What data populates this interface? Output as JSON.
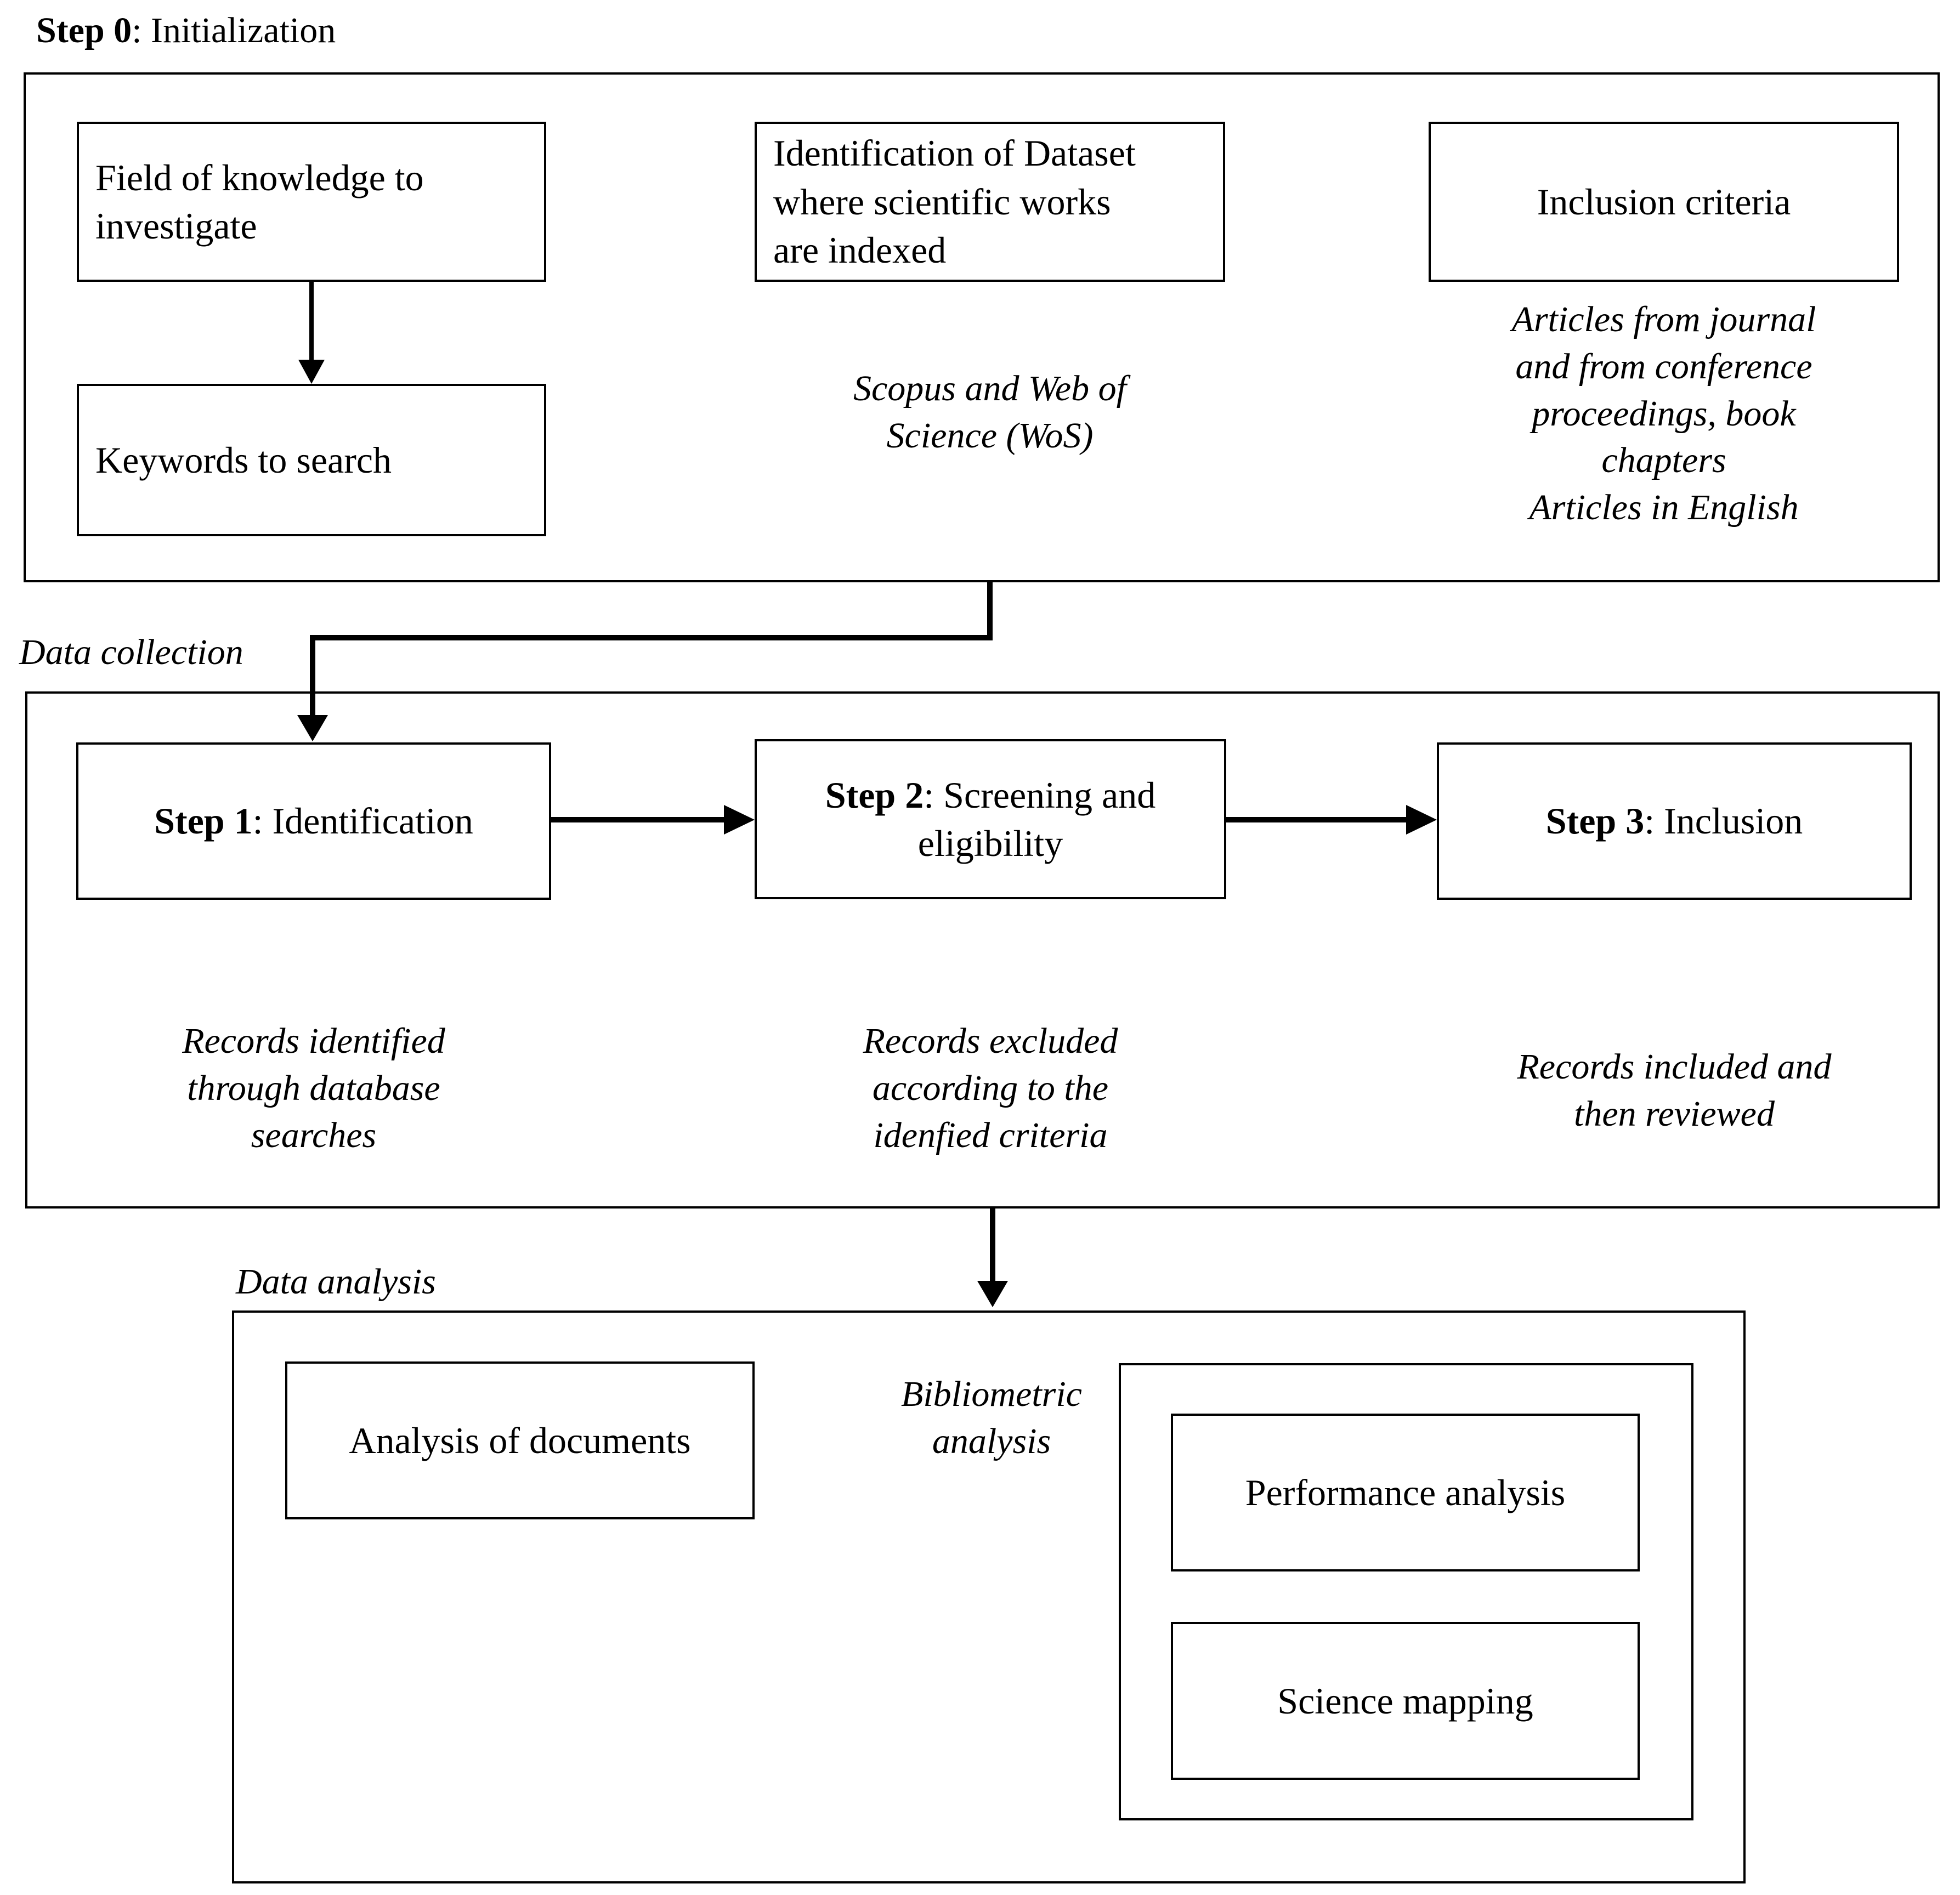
{
  "diagram": {
    "ink_color": "#000000",
    "background_color": "#ffffff"
  },
  "initialization": {
    "title": {
      "bold": "Step 0",
      "rest": ": Initialization"
    },
    "field_box": "Field of knowledge to\ninvestigate",
    "keywords_box": "Keywords to search",
    "dataset_box": "Identification of Dataset\nwhere scientific works\nare indexed",
    "dataset_note": "Scopus and Web of\nScience (WoS)",
    "inclusion_box": "Inclusion criteria",
    "inclusion_note": "Articles from journal\nand from conference\nproceedings, book\nchapters\nArticles in English"
  },
  "collection": {
    "label": "Data collection",
    "step1": {
      "bold": "Step 1",
      "rest": ": Identification"
    },
    "step2": {
      "bold": "Step 2",
      "rest": ": Screening and\neligibility"
    },
    "step3": {
      "bold": "Step 3",
      "rest": ": Inclusion"
    },
    "identified_note": "Records identified\nthrough database\nsearches",
    "excluded_note": "Records excluded\naccording to the\nidenfied criteria",
    "included_note": "Records included and\nthen reviewed"
  },
  "analysis": {
    "label": "Data analysis",
    "documents_box": "Analysis of documents",
    "bibliometric_label": "Bibliometric\nanalysis",
    "performance_box": "Performance analysis",
    "science_box": "Science mapping"
  }
}
